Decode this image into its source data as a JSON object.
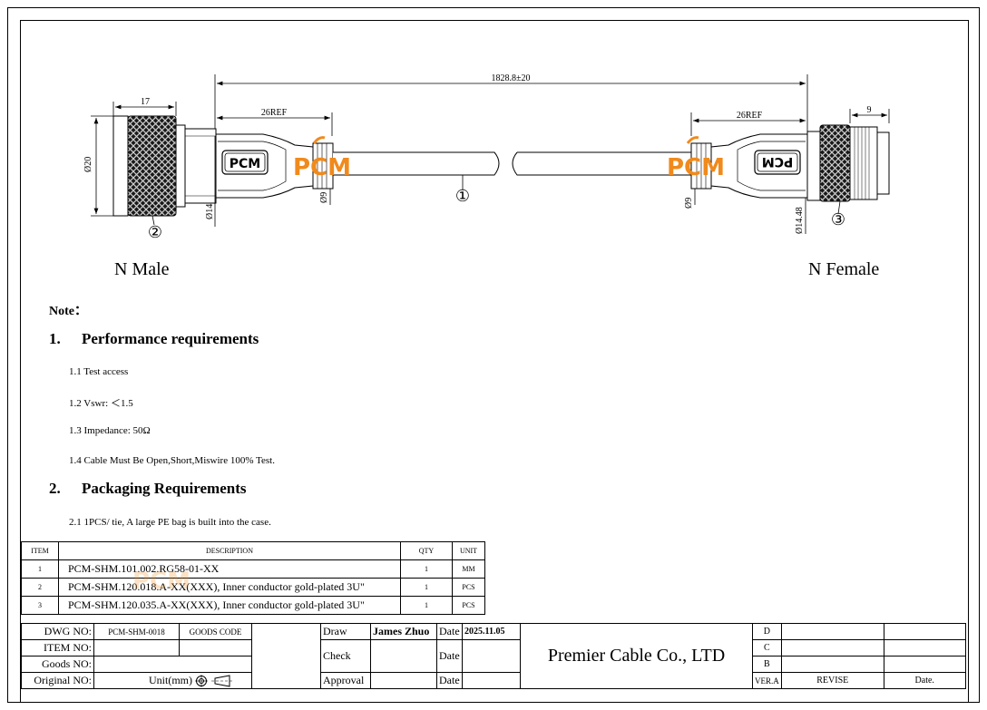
{
  "drawing": {
    "dim_overall": "1828.8±20",
    "dim_male_length": "17",
    "dim_boot_left": "26REF",
    "dim_boot_right": "26REF",
    "dim_female_length": "9",
    "dia_male_body": "Ø20",
    "dia_male_front": "Ø14",
    "dia_cable_left": "Ø9",
    "dia_cable_right": "Ø9",
    "dia_female": "Ø14.48",
    "balloon_cable": "①",
    "balloon_male": "②",
    "balloon_female": "③",
    "boot_label": "PCM",
    "watermark": "PCM",
    "connector_left_name": "N Male",
    "connector_right_name": "N Female"
  },
  "notes": {
    "title": "Note：",
    "sections": [
      {
        "number": "1.",
        "title": "Performance requirements",
        "items": [
          "1.1 Test access",
          "1.2 Vswr: ＜1.5",
          "1.3 Impedance: 50Ω",
          "1.4 Cable Must Be Open,Short,Miswire 100% Test."
        ]
      },
      {
        "number": "2.",
        "title": "Packaging Requirements",
        "items": [
          "2.1 1PCS/ tie, A large PE bag is built into the case."
        ]
      }
    ]
  },
  "bom": {
    "headers": {
      "item": "ITEM",
      "description": "DESCRIPTION",
      "qty": "QTY",
      "unit": "UNIT"
    },
    "rows": [
      {
        "item": "1",
        "description": "PCM-SHM.101.002.RG58-01-XX",
        "qty": "1",
        "unit": "MM"
      },
      {
        "item": "2",
        "description": "PCM-SHM.120.018.A-XX(XXX), Inner conductor gold-plated 3U\"",
        "qty": "1",
        "unit": "PCS"
      },
      {
        "item": "3",
        "description": "PCM-SHM.120.035.A-XX(XXX), Inner conductor gold-plated 3U\"",
        "qty": "1",
        "unit": "PCS"
      }
    ]
  },
  "title_block": {
    "dwg_no_label": "DWG NO:",
    "dwg_no": "PCM-SHM-0018",
    "goods_code_label": "GOODS CODE",
    "item_no_label": "ITEM NO:",
    "goods_no_label": "Goods NO:",
    "original_no_label": "Original NO:",
    "unit_label": "Unit(mm)",
    "draw_label": "Draw",
    "draw_name": "James Zhuo",
    "date_label": "Date",
    "draw_date": "2025.11.05",
    "check_label": "Check",
    "approval_label": "Approval",
    "company": "Premier Cable Co., LTD",
    "rev_d": "D",
    "rev_c": "C",
    "rev_b": "B",
    "ver_label": "VER.A",
    "revise_label": "REVISE",
    "rev_date_label": "Date."
  }
}
